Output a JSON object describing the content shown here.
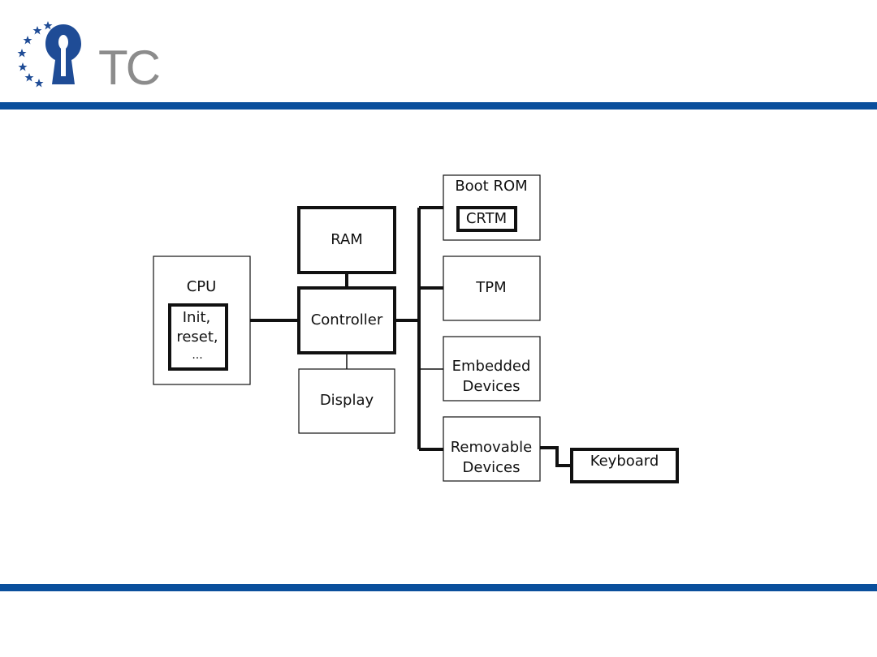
{
  "logo": {
    "text": "TC"
  },
  "colors": {
    "band": "#0a4f9c",
    "logo_blue": "#1f4c96",
    "logo_gray": "#8c8c8c",
    "line": "#111111"
  },
  "diagram": {
    "cpu": {
      "label": "CPU",
      "init_lines": [
        "Init,",
        "reset,",
        "..."
      ]
    },
    "ram": {
      "label": "RAM"
    },
    "controller": {
      "label": "Controller"
    },
    "display": {
      "label": "Display"
    },
    "boot_rom": {
      "label": "Boot ROM",
      "crtm": "CRTM"
    },
    "tpm": {
      "label": "TPM"
    },
    "embedded": {
      "lines": [
        "Embedded",
        "Devices"
      ]
    },
    "removable": {
      "lines": [
        "Removable",
        "Devices"
      ]
    },
    "keyboard": {
      "label": "Keyboard"
    }
  }
}
